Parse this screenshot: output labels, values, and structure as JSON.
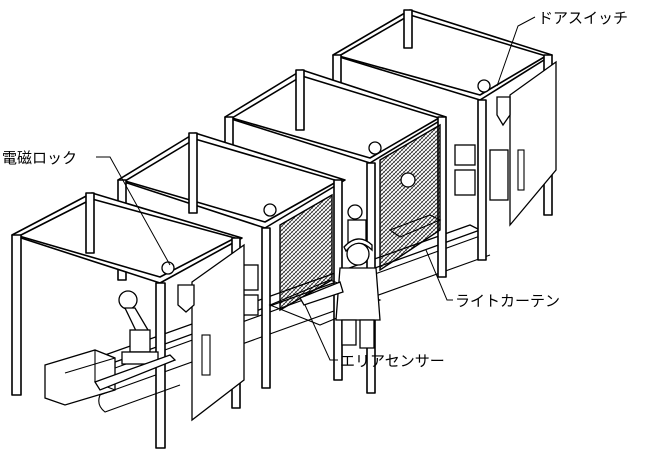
{
  "labels": {
    "door_switch": "ドアスイッチ",
    "electromagnetic_lock": "電磁ロック",
    "light_curtain": "ライトカーテン",
    "area_sensor": "エリアセンサー"
  }
}
